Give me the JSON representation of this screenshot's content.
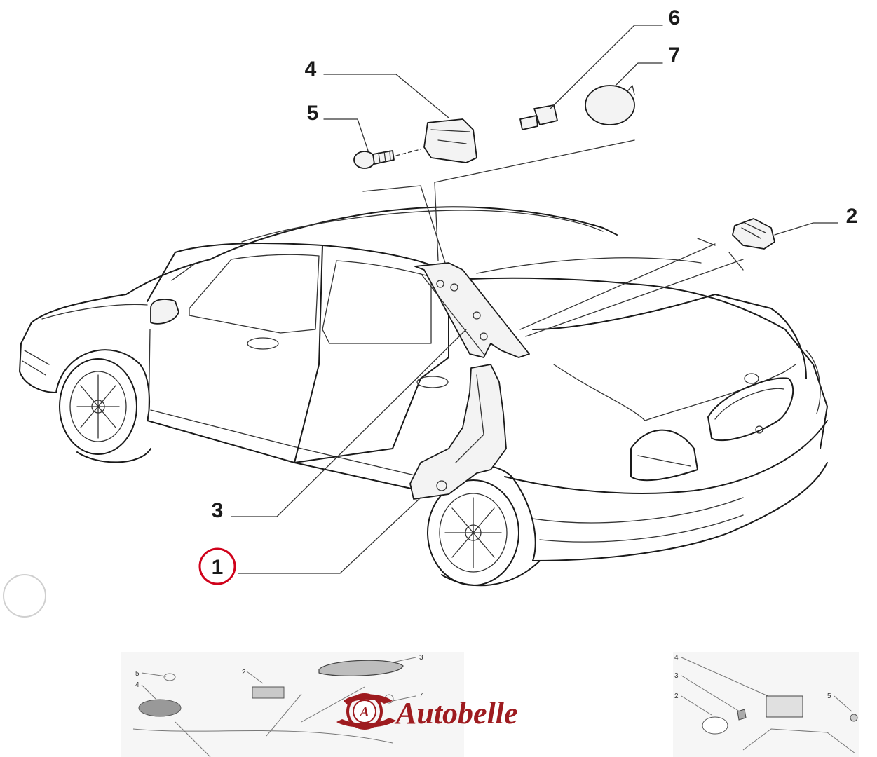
{
  "diagram": {
    "title": "Pillar trim panel exploded view",
    "callouts": [
      {
        "id": "1",
        "label": "1",
        "highlighted": true
      },
      {
        "id": "2",
        "label": "2",
        "highlighted": false
      },
      {
        "id": "3",
        "label": "3",
        "highlighted": false
      },
      {
        "id": "4",
        "label": "4",
        "highlighted": false
      },
      {
        "id": "5",
        "label": "5",
        "highlighted": false
      },
      {
        "id": "6",
        "label": "6",
        "highlighted": false
      },
      {
        "id": "7",
        "label": "7",
        "highlighted": false
      }
    ],
    "highlight_color": "#d0021b"
  },
  "thumbnails": {
    "left": {
      "labels": [
        "5",
        "4",
        "2",
        "3",
        "7"
      ]
    },
    "right": {
      "labels": [
        "4",
        "3",
        "2",
        "5"
      ]
    }
  },
  "watermark": {
    "brand": "Autobelle",
    "color": "#9e1b1f",
    "monogram": "A"
  }
}
